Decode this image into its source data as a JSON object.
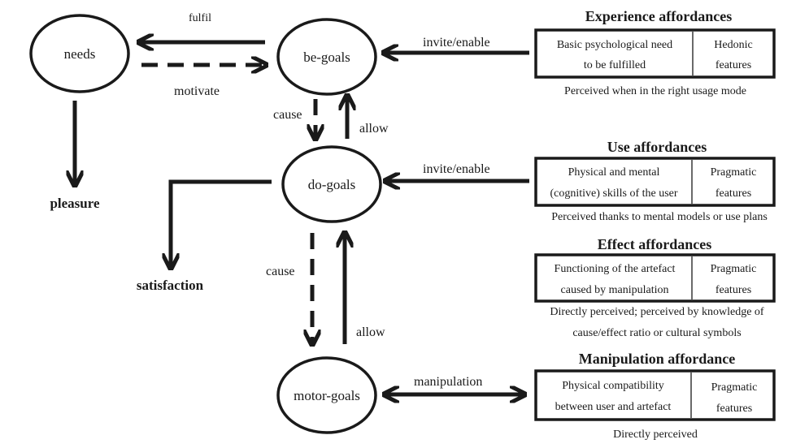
{
  "nodes": {
    "needs": "needs",
    "be_goals": "be-goals",
    "do_goals": "do-goals",
    "motor_goals": "motor-goals"
  },
  "outcomes": {
    "pleasure": "pleasure",
    "satisfaction": "satisfaction"
  },
  "edges": {
    "fulfil": "fulfil",
    "motivate": "motivate",
    "cause_upper": "cause",
    "allow_upper": "allow",
    "cause_lower": "cause",
    "allow_lower": "allow",
    "invite_experience": "invite/enable",
    "invite_use": "invite/enable",
    "manipulation": "manipulation"
  },
  "panels": [
    {
      "title": "Experience affordances",
      "left_lines": [
        "Basic psychological need",
        "to be fulfilled"
      ],
      "right_lines": [
        "Hedonic",
        "features"
      ],
      "caption_lines": [
        "Perceived when in the right usage mode"
      ]
    },
    {
      "title": "Use affordances",
      "left_lines": [
        "Physical and mental",
        "(cognitive) skills of the user"
      ],
      "right_lines": [
        "Pragmatic",
        "features"
      ],
      "caption_lines": [
        "Perceived thanks to mental models or use plans"
      ]
    },
    {
      "title": "Effect affordances",
      "left_lines": [
        "Functioning of the artefact",
        "caused by manipulation"
      ],
      "right_lines": [
        "Pragmatic",
        "features"
      ],
      "caption_lines": [
        "Directly perceived; perceived by knowledge of",
        "cause/effect ratio or cultural symbols"
      ]
    },
    {
      "title": "Manipulation affordance",
      "left_lines": [
        "Physical compatibility",
        "between user and artefact"
      ],
      "right_lines": [
        "Pragmatic",
        "features"
      ],
      "caption_lines": [
        "Directly perceived"
      ]
    }
  ]
}
